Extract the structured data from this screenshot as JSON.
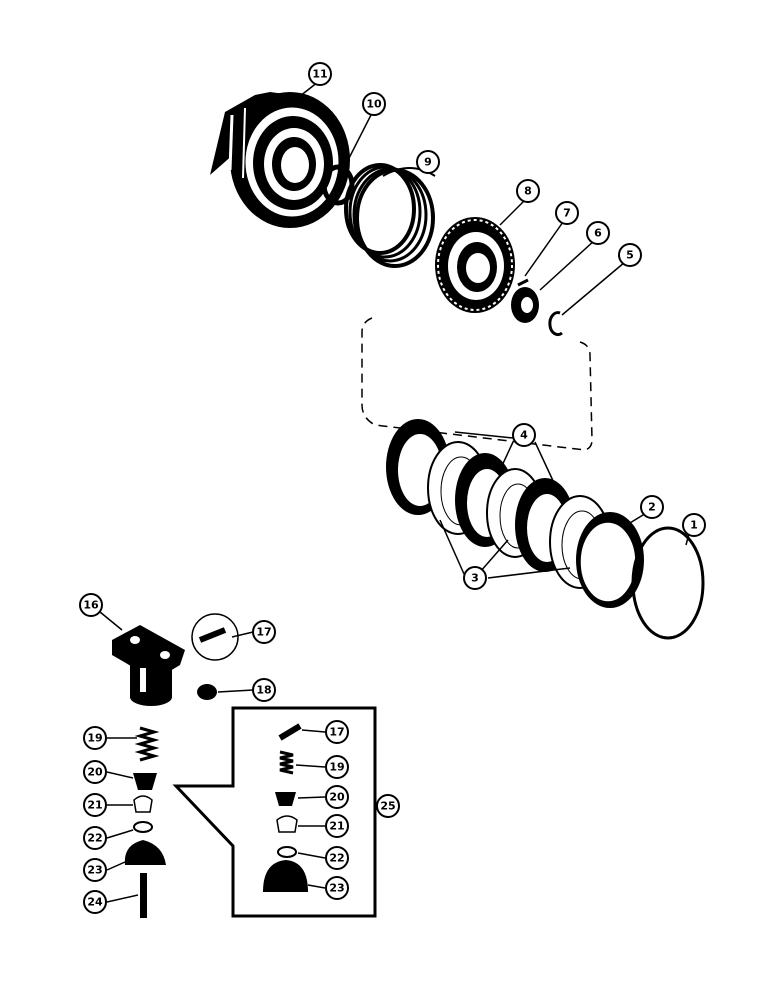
{
  "colors": {
    "ink": "#000000",
    "paper": "#ffffff"
  },
  "callouts": {
    "c1": "1",
    "c2": "2",
    "c3": "3",
    "c4": "4",
    "c5": "5",
    "c6": "6",
    "c7": "7",
    "c8": "8",
    "c9": "9",
    "c10": "10",
    "c11": "11",
    "c16": "16",
    "c17": "17",
    "c18": "18",
    "c19": "19",
    "c20": "20",
    "c21": "21",
    "c22": "22",
    "c23": "23",
    "c24": "24",
    "c25": "25",
    "d17": "17",
    "d19": "19",
    "d20": "20",
    "d21": "21",
    "d22": "22",
    "d23": "23"
  }
}
